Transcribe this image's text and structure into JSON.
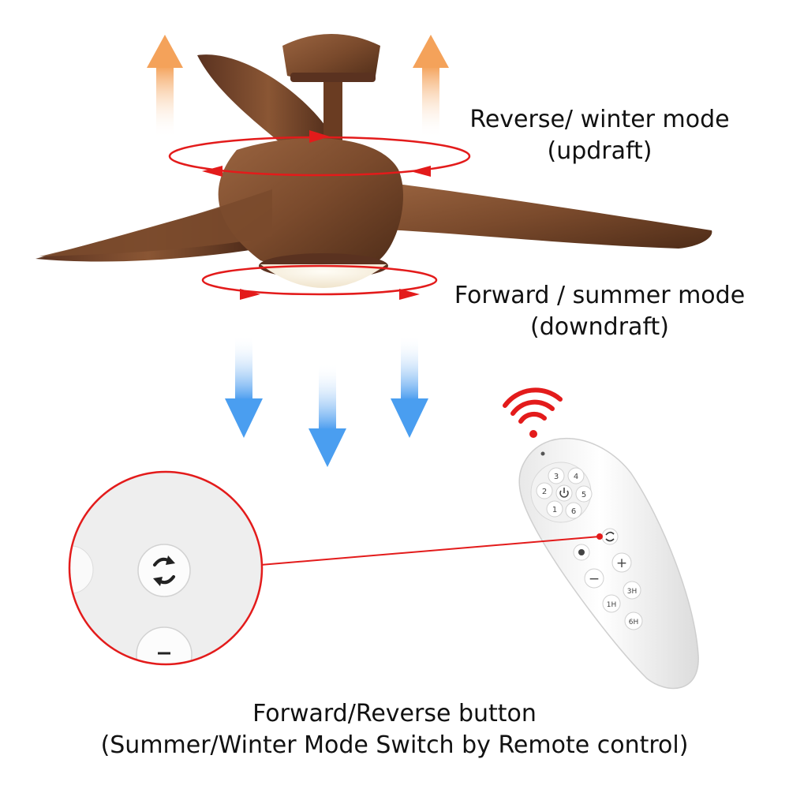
{
  "captions": {
    "reverse_mode": "Reverse/ winter mode",
    "reverse_sub": "(updraft)",
    "forward_mode": "Forward / summer mode",
    "forward_sub": "(downdraft)",
    "button_title": "Forward/Reverse button",
    "button_sub": "(Summer/Winter Mode Switch by Remote control)"
  },
  "remote": {
    "speed_buttons": [
      "1",
      "2",
      "3",
      "4",
      "5",
      "6"
    ],
    "plus_label": "+",
    "minus_label": "−",
    "timer_1h": "1H",
    "timer_3h": "3H",
    "timer_6h": "6H"
  },
  "colors": {
    "fan_wood": "#7a4a2c",
    "updraft_arrow": "#f4a25a",
    "downdraft_arrow": "#4a9ef0",
    "rotation_arrow": "#e31b1b",
    "signal": "#e31b1b"
  }
}
